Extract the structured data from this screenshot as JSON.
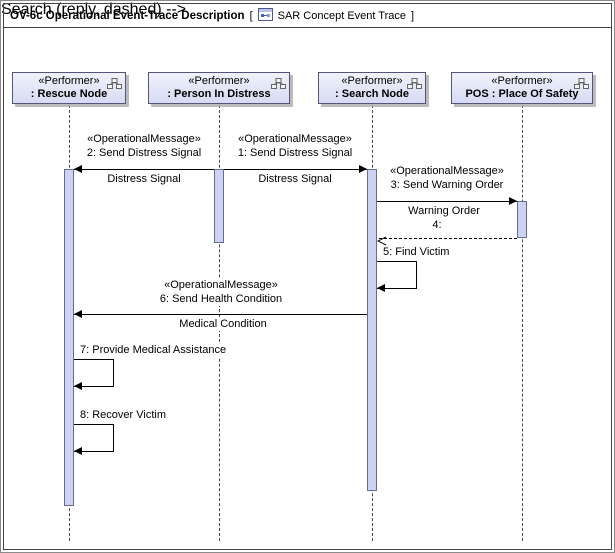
{
  "frame": {
    "title": "OV-6c Operational Event-Trace Description",
    "open_bracket": "[",
    "close_bracket": "]",
    "context_name": "SAR Concept Event Trace"
  },
  "performers": [
    {
      "stereotype": "«Performer»",
      "name": ": Rescue Node"
    },
    {
      "stereotype": "«Performer»",
      "name": ": Person In Distress"
    },
    {
      "stereotype": "«Performer»",
      "name": ": Search Node"
    },
    {
      "stereotype": "«Performer»",
      "name": "POS : Place Of Safety"
    }
  ],
  "messages": {
    "m1": {
      "stereotype": "«OperationalMessage»",
      "label": "1: Send Distress Signal",
      "flow_label": "Distress Signal"
    },
    "m2": {
      "stereotype": "«OperationalMessage»",
      "label": "2: Send Distress Signal",
      "flow_label": "Distress Signal"
    },
    "m3": {
      "stereotype": "«OperationalMessage»",
      "label": "3: Send Warning Order",
      "flow_label": "Warning Order"
    },
    "m4": {
      "label": "4:"
    },
    "m5": {
      "label": "5: Find Victim"
    },
    "m6": {
      "stereotype": "«OperationalMessage»",
      "label": "6: Send Health Condition",
      "flow_label": "Medical Condition"
    },
    "m7": {
      "label": "7: Provide Medical Assistance"
    },
    "m8": {
      "label": "8: Recover Victim"
    }
  },
  "colors": {
    "performer_fill": "#d7dbf3",
    "activation_fill": "#ccd3f0",
    "shape_border": "#54547c",
    "message_color": "#000000",
    "frame_border": "#454545"
  }
}
